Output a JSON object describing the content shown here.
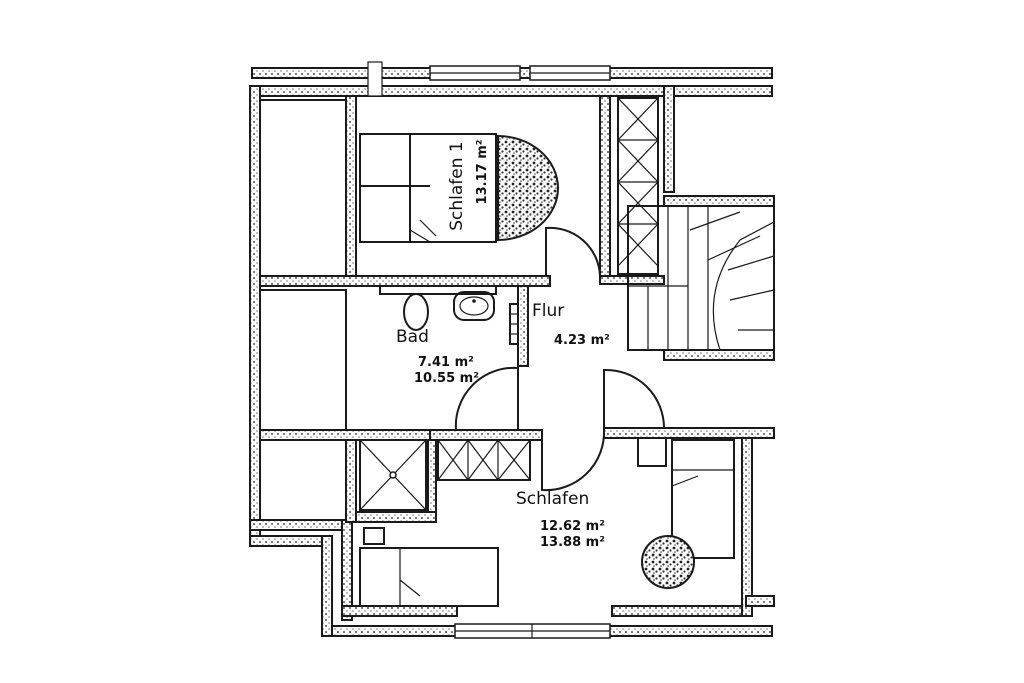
{
  "rooms": {
    "schlafen1": {
      "name": "Schlafen 1",
      "area": "13.17 m²"
    },
    "flur": {
      "name": "Flur",
      "area": "4.23 m²"
    },
    "bad": {
      "name": "Bad",
      "area_1": "7.41 m²",
      "area_2": "10.55 m²"
    },
    "schlafen2": {
      "name": "Schlafen",
      "area_1": "12.62 m²",
      "area_2": "13.88 m²"
    }
  },
  "colors": {
    "line": "#1a1a1a",
    "background": "#ffffff"
  }
}
